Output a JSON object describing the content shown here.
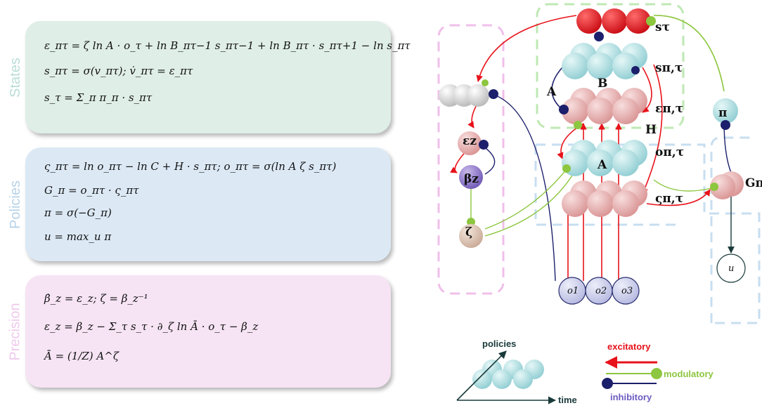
{
  "panels": {
    "states": {
      "label": "States",
      "equations": [
        "ε_πτ = ζ ln A · o_τ + ln B_πτ−1 s_πτ−1 + ln B_πτ · s_πτ+1 − ln s_πτ",
        "s_πτ = σ(v_πτ);   v̇_πτ = ε_πτ",
        "s_τ = Σ_π π_π · s_πτ"
      ]
    },
    "policies": {
      "label": "Policies",
      "equations": [
        "ς_πτ = ln o_πτ − ln C + H · s_πτ;    o_πτ = σ(ln A ζ s_πτ)",
        "G_π = o_πτ · ς_πτ",
        "π = σ(−G_π)",
        "u = max_u π"
      ]
    },
    "precision": {
      "label": "Precision",
      "equations": [
        "β̇_z = ε_z;     ζ = β_z⁻¹",
        "ε_z = β_z − Σ_τ s_τ · ∂_ζ ln Ā · o_τ − β_z",
        "Ā = (1/Z) A^ζ"
      ]
    }
  },
  "diagram": {
    "labels": {
      "s_tau": "sτ",
      "s_pi_tau": "sπ,τ",
      "eps_pi_tau": "επ,τ",
      "o_pi_tau": "oπ,τ",
      "varsigma_pi_tau": "ςπ,τ",
      "A_left": "A",
      "B": "B",
      "H": "H",
      "A_center": "A",
      "pi": "π",
      "G_pi": "Gπ",
      "eps_z": "εz",
      "beta_z": "βz",
      "zeta": "ζ",
      "u": "u",
      "o1": "o1",
      "o2": "o2",
      "o3": "o3"
    },
    "legend": {
      "policies": "policies",
      "time": "time",
      "excitatory": "excitatory",
      "modulatory": "modulatory",
      "inhibitory": "inhibitory"
    },
    "colors": {
      "excitatory": "#e8121a",
      "modulatory": "#8dc63f",
      "inhibitory": "#1c1f6b",
      "state_neuron": "#a9d9dc",
      "error_neuron": "#e4a9a9",
      "top_neuron": "#d4111a",
      "obs_neuron": "#c9cbe9"
    }
  }
}
